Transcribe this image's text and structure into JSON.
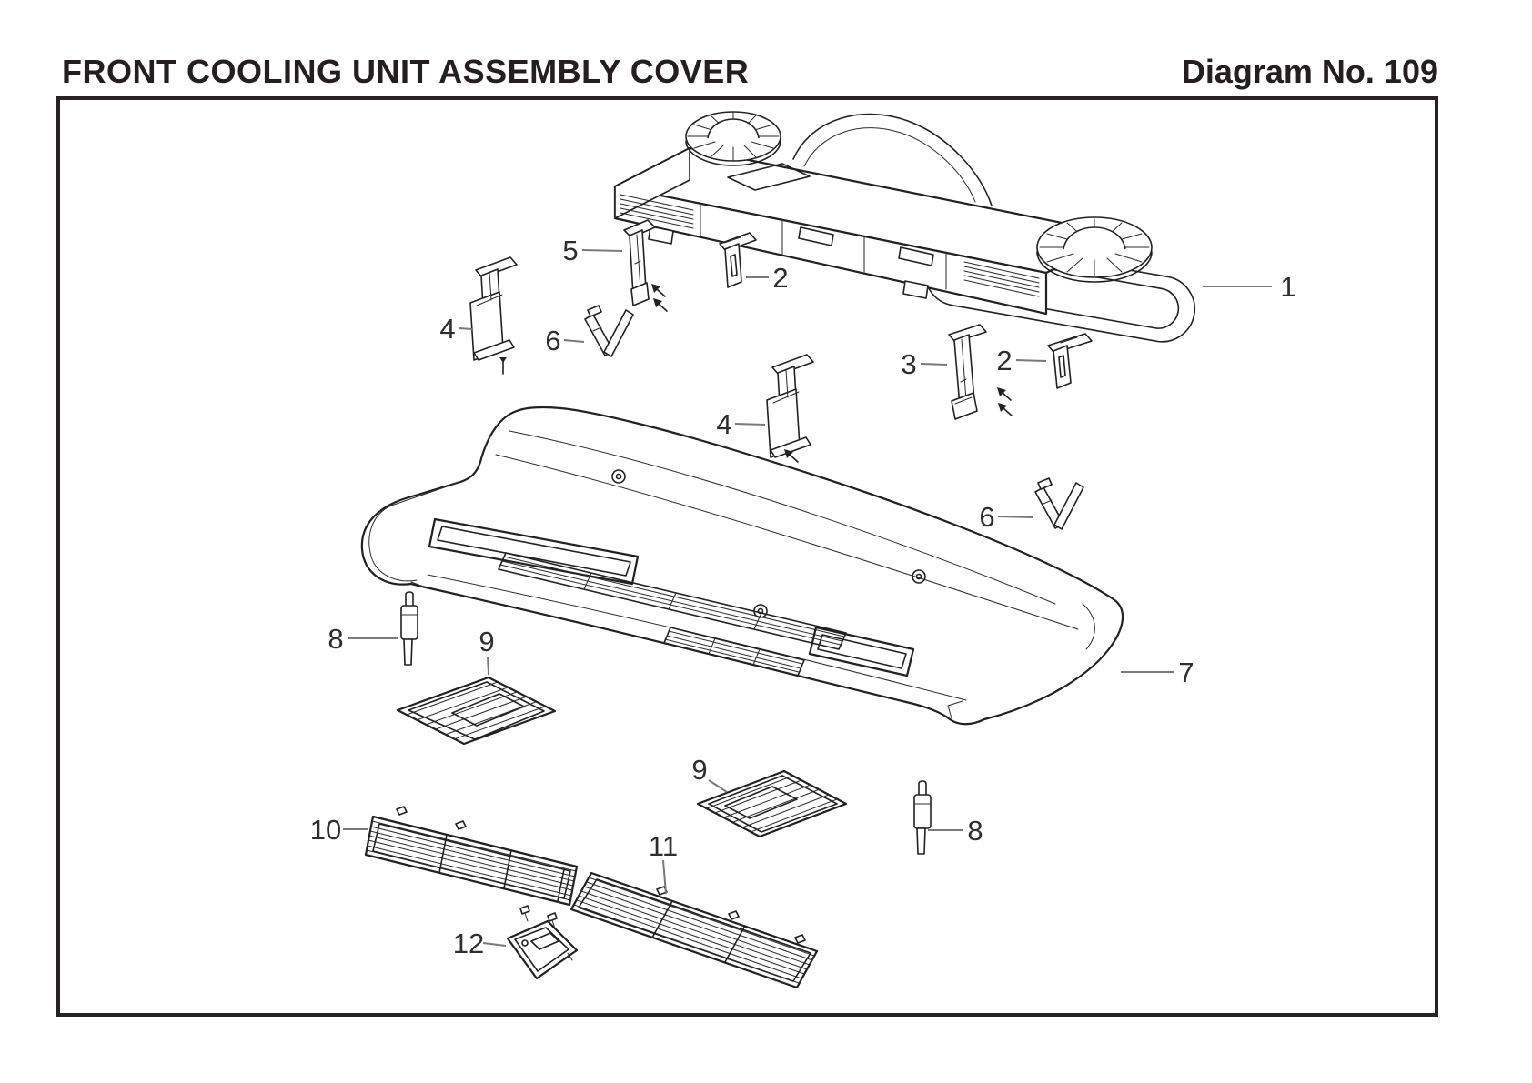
{
  "header": {
    "title": "FRONT COOLING UNIT ASSEMBLY COVER",
    "diagram_no": "Diagram No. 109"
  },
  "diagram": {
    "type": "exploded-parts-line-drawing",
    "part_numbers": [
      "1",
      "2",
      "3",
      "4",
      "5",
      "6",
      "7",
      "8",
      "9",
      "10",
      "11",
      "12"
    ],
    "callouts": [
      {
        "label": "1"
      },
      {
        "label": "2"
      },
      {
        "label": "2"
      },
      {
        "label": "3"
      },
      {
        "label": "4"
      },
      {
        "label": "4"
      },
      {
        "label": "5"
      },
      {
        "label": "6"
      },
      {
        "label": "6"
      },
      {
        "label": "7"
      },
      {
        "label": "8"
      },
      {
        "label": "8"
      },
      {
        "label": "9"
      },
      {
        "label": "9"
      },
      {
        "label": "10"
      },
      {
        "label": "11"
      },
      {
        "label": "12"
      }
    ]
  },
  "colors": {
    "ink": "#212121",
    "leader_line": "#7a7a7a",
    "label_text": "#2e2e2e",
    "frame": "#272325",
    "background": "#ffffff"
  }
}
